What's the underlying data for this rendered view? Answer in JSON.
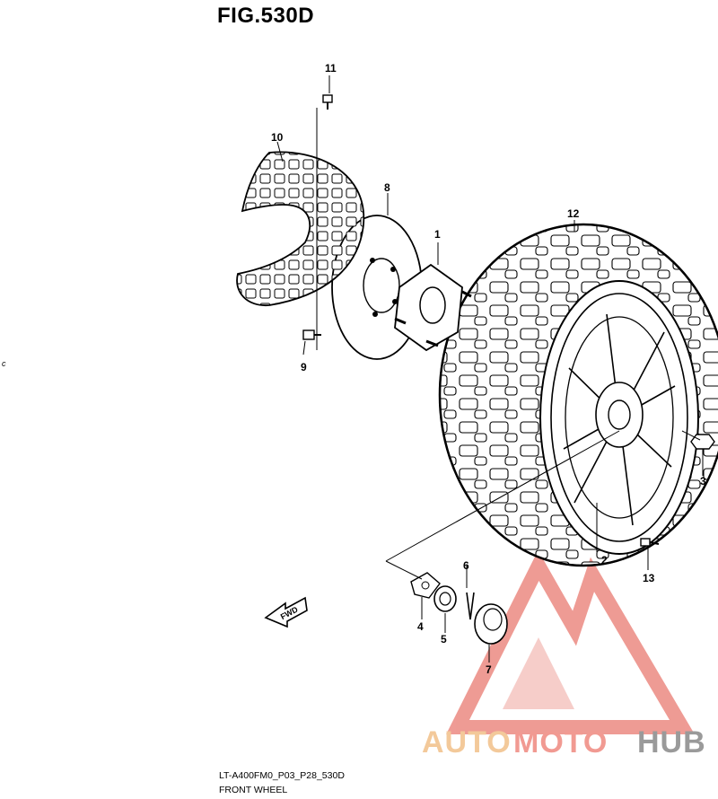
{
  "figure": {
    "title": "FIG.530D"
  },
  "footer": {
    "code": "LT-A400FM0_P03_P28_530D",
    "caption": "FRONT WHEEL"
  },
  "fwd_label": "FWD",
  "stray_mark": "c",
  "callouts": {
    "n1": "1",
    "n2": "2",
    "n3": "3",
    "n4": "4",
    "n5": "5",
    "n6": "6",
    "n7": "7",
    "n8": "8",
    "n9": "9",
    "n10": "10",
    "n11": "11",
    "n12": "12",
    "n13": "13"
  },
  "watermark": {
    "part1": "AUTO",
    "part2": "MOTO",
    "part3": "HUB",
    "color_auto": "#f3c99a",
    "color_moto": "#f19a92",
    "color_hub": "#9a9a9a",
    "logo_color": "#ec8a82"
  }
}
